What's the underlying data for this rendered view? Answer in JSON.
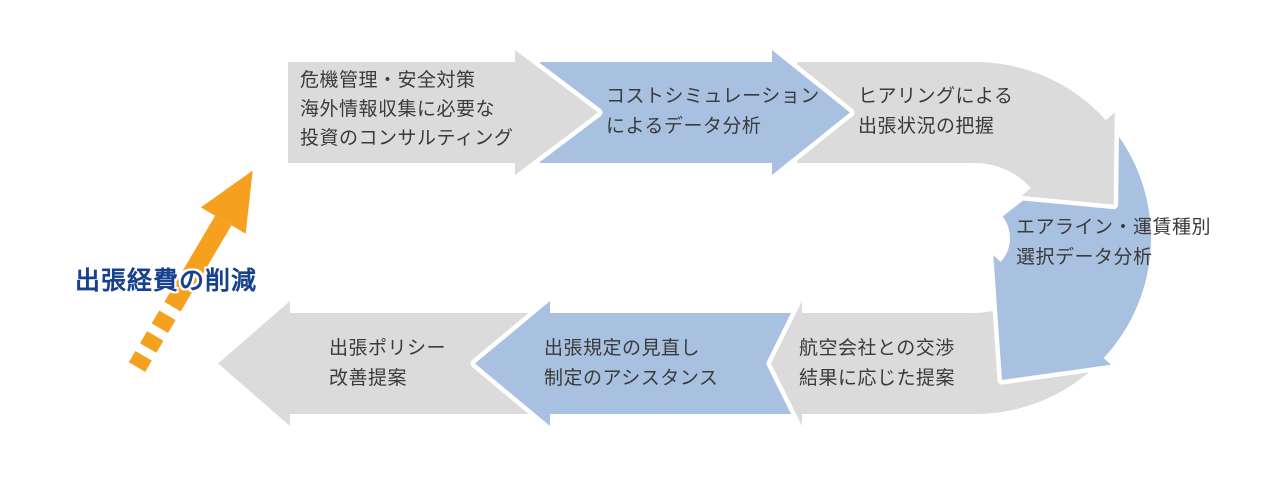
{
  "diagram": {
    "title": "travel-cost-reduction-cycle",
    "result_label": "出張経費の削減",
    "steps": [
      {
        "id": "consulting",
        "color": "gray",
        "lines": [
          "危機管理・安全対策",
          "海外情報収集に必要な",
          "投資のコンサルティング"
        ]
      },
      {
        "id": "cost-simulation",
        "color": "blue",
        "lines": [
          "コストシミュレーション",
          "によるデータ分析"
        ]
      },
      {
        "id": "hearing",
        "color": "gray",
        "lines": [
          "ヒアリングによる",
          "出張状況の把握"
        ]
      },
      {
        "id": "airline-analysis",
        "color": "blue",
        "lines": [
          "エアライン・運賃種別",
          "選択データ分析"
        ]
      },
      {
        "id": "negotiation",
        "color": "gray",
        "lines": [
          "航空会社との交渉",
          "結果に応じた提案"
        ]
      },
      {
        "id": "policy-revision",
        "color": "blue",
        "lines": [
          "出張規定の見直し",
          "制定のアシスタンス"
        ]
      },
      {
        "id": "policy-proposal",
        "color": "gray",
        "lines": [
          "出張ポリシー",
          "改善提案"
        ]
      }
    ],
    "colors": {
      "gray": "#dbdbdb",
      "blue": "#a9c1e0",
      "orange": "#f5a01e",
      "text": "#3a3a3a",
      "result_text": "#17418e"
    }
  }
}
